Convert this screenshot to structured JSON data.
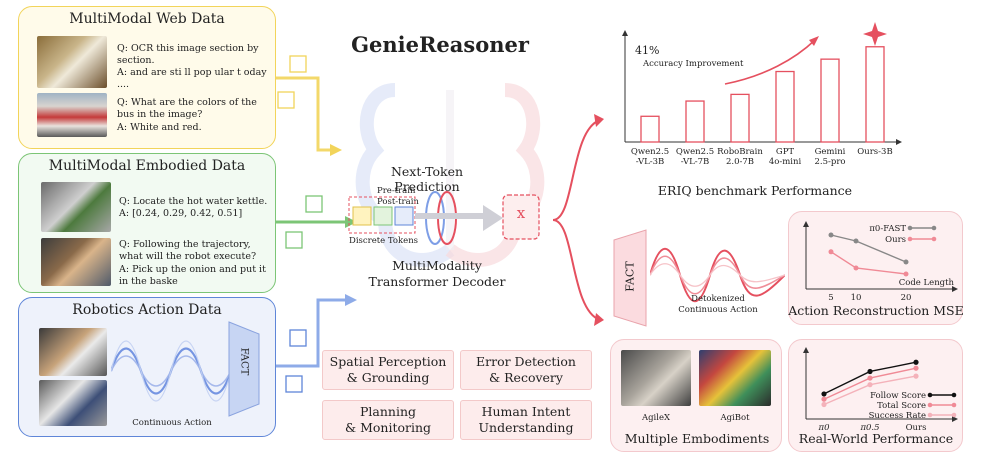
{
  "title": "GenieReasoner",
  "web": {
    "title": "MultiModal Web Data",
    "q1": "Q: OCR this image section by section.",
    "a1": "A: and are sti ll pop ular t oday ....",
    "q2": "Q: What are the colors of the bus in the image?",
    "a2": "A: White and red."
  },
  "embodied": {
    "title": "MultiModal Embodied Data",
    "q1": "Q: Locate the hot water kettle.",
    "a1": "A: [0.24, 0.29, 0.42, 0.51]",
    "q2": "Q: Following the trajectory, what will the robot execute?",
    "a2": "A: Pick up the onion and put it in the baske"
  },
  "robotics": {
    "title": "Robotics Action Data",
    "fact": "FACT",
    "caption": "Continuous Action"
  },
  "center": {
    "ntp": "Next-Token Prediction",
    "pretrain": "Pre-train",
    "posttrain": "Post-train",
    "discrete": "Discrete Tokens",
    "x_symbol": "x",
    "decoder_line1": "MultiModality",
    "decoder_line2": "Transformer Decoder"
  },
  "capabilities": [
    {
      "line1": "Spatial Perception",
      "line2": "& Grounding"
    },
    {
      "line1": "Error Detection",
      "line2": "& Recovery"
    },
    {
      "line1": "Planning",
      "line2": "& Monitoring"
    },
    {
      "line1": "Human Intent",
      "line2": "Understanding"
    }
  ],
  "chart_data": [
    {
      "type": "bar",
      "title": "ERIQ benchmark Performance",
      "annotation_value": "41%",
      "annotation_label": "Accuracy Improvement",
      "categories": [
        "Qwen2.5 -VL-3B",
        "Qwen2.5 -VL-7B",
        "RoboBrain 2.0-7B",
        "GPT 4o-mini",
        "Gemini 2.5-pro",
        "Ours-3B"
      ],
      "category_lines": [
        [
          "Qwen2.5",
          "-VL-3B"
        ],
        [
          "Qwen2.5",
          "-VL-7B"
        ],
        [
          "RoboBrain",
          "2.0-7B"
        ],
        [
          "GPT",
          "4o-mini"
        ],
        [
          "Gemini",
          "2.5-pro"
        ],
        [
          "Ours-3B"
        ]
      ],
      "values": [
        27,
        43,
        50,
        74,
        87,
        100
      ],
      "ylim": [
        0,
        105
      ]
    },
    {
      "type": "line",
      "title": "Action Reconstruction MSE",
      "xlabel": "Code Length",
      "x": [
        5,
        10,
        20
      ],
      "x_ticks": [
        "5",
        "10",
        "20"
      ],
      "series": [
        {
          "name": "π0-FAST",
          "color": "#888888",
          "values": [
            0.9,
            0.8,
            0.45
          ]
        },
        {
          "name": "Ours",
          "color": "#f08a96",
          "values": [
            0.62,
            0.35,
            0.25
          ]
        }
      ],
      "ylim": [
        0,
        1
      ]
    },
    {
      "type": "line",
      "title": "Real-World Performance",
      "x_ticks": [
        "π0",
        "π0.5",
        "Ours"
      ],
      "series": [
        {
          "name": "Follow Score",
          "color": "#111111",
          "values": [
            0.38,
            0.72,
            0.86
          ]
        },
        {
          "name": "Total Score",
          "color": "#f08a96",
          "values": [
            0.3,
            0.62,
            0.77
          ]
        },
        {
          "name": "Success Rate",
          "color": "#f4b2ba",
          "values": [
            0.22,
            0.52,
            0.65
          ]
        }
      ],
      "ylim": [
        0,
        1
      ]
    }
  ],
  "fact_decoder": {
    "fact": "FACT",
    "caption_line1": "Detokenized",
    "caption_line2": "Continuous Action"
  },
  "embodiments": {
    "title": "Multiple Embodiments",
    "label1": "AgileX",
    "label2": "AgiBot"
  },
  "colors": {
    "web": "#f2d45a",
    "embodied": "#7cc576",
    "robotics": "#5f86d8",
    "accent": "#e5505f"
  }
}
